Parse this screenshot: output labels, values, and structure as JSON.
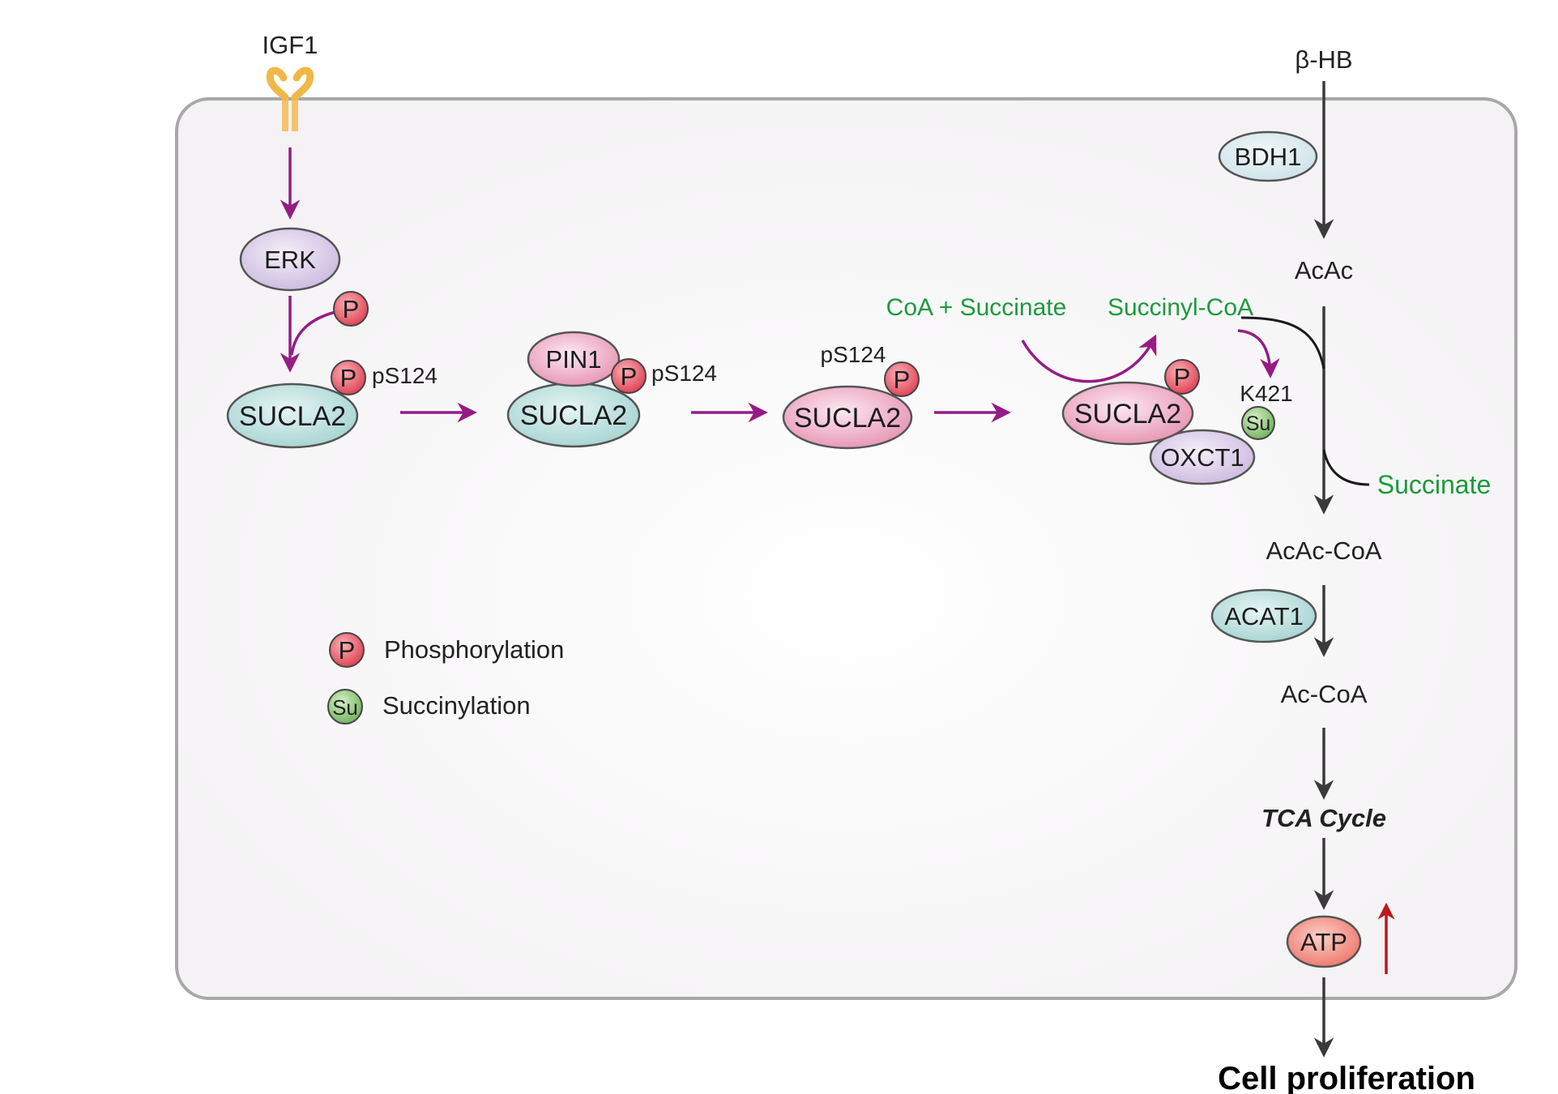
{
  "ligand": {
    "name": "IGF1"
  },
  "pathway_left": {
    "kinase": "ERK",
    "phospho_badge": "P",
    "site_label": "pS124",
    "enzyme": "SUCLA2",
    "isomerase": "PIN1",
    "partner": "OXCT1",
    "succinyl_badge": "Su",
    "lysine_site": "K421",
    "reactants": "CoA + Succinate",
    "product": "Succinyl-CoA"
  },
  "pathway_right": {
    "substrate": "β-HB",
    "enzyme1": "BDH1",
    "intermediate1": "AcAc",
    "byproduct": "Succinate",
    "intermediate2": "AcAc-CoA",
    "enzyme2": "ACAT1",
    "intermediate3": "Ac-CoA",
    "cycle": "TCA Cycle",
    "energy": "ATP",
    "outcome": "Cell proliferation"
  },
  "legend": [
    {
      "badge": "P",
      "label": "Phosphorylation"
    },
    {
      "badge": "Su",
      "label": "Succinylation"
    }
  ],
  "colors": {
    "purple_arrow": "#951c84",
    "dark_arrow": "#3a3a3a",
    "green_text": "#1c9a3c",
    "teal_protein": "#bfe2e0",
    "pink_protein": "#f2b3c9",
    "lavender_protein": "#ddd0ea",
    "phospho_red": "#e44a5a",
    "succinyl_green": "#7fbf6a",
    "atp_salmon": "#f1847a",
    "up_arrow_red": "#c0151b",
    "cell_border": "#a8a8a8"
  }
}
